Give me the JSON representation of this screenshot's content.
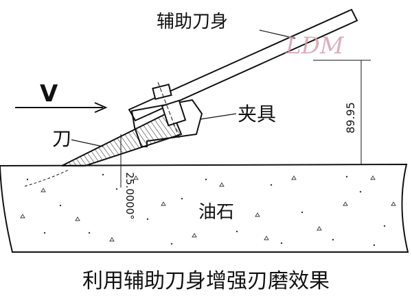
{
  "labels": {
    "aux_blade": "辅助刀身",
    "velocity": "V",
    "blade": "刀",
    "clamp": "夹具",
    "oilstone": "油石",
    "height_dim": "89.95",
    "angle_dim": "25.0000°"
  },
  "caption": "利用辅助刀身增强刃磨效果",
  "watermark": "LDM",
  "colors": {
    "line": "#111111",
    "watermark": "#d49aaa"
  }
}
